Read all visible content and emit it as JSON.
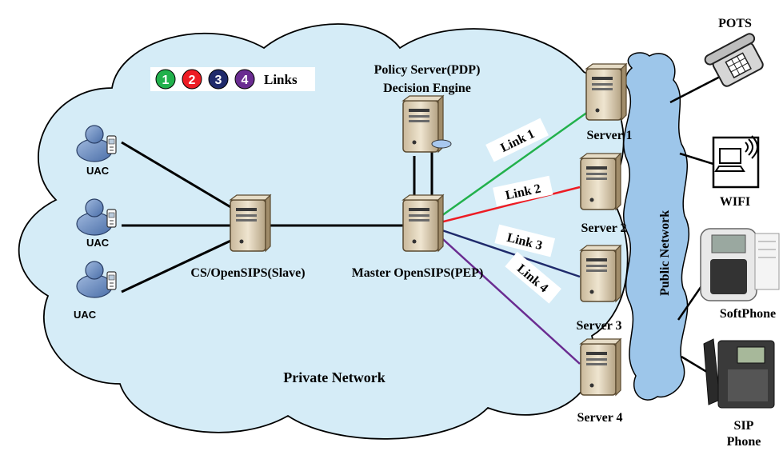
{
  "labels": {
    "links_legend": "Links",
    "policy_server": "Policy Server(PDP)",
    "decision_engine": "Decision Engine",
    "cs_slave": "CS/OpenSIPS(Slave)",
    "master": "Master OpenSIPS(PEP)",
    "private_network": "Private Network",
    "public_network": "Public Network",
    "uac": "UAC",
    "server_1": "Server 1",
    "server_2": "Server 2",
    "server_3": "Server 3",
    "server_4": "Server 4",
    "link_1": "Link 1",
    "link_2": "Link 2",
    "link_3": "Link 3",
    "link_4": "Link 4",
    "pots": "POTS",
    "wifi": "WIFI",
    "softphone": "SoftPhone",
    "sip": "SIP",
    "phone": "Phone"
  },
  "legend": [
    {
      "num": "1",
      "color": "#22b14c"
    },
    {
      "num": "2",
      "color": "#ed1c24"
    },
    {
      "num": "3",
      "color": "#1f2a6b"
    },
    {
      "num": "4",
      "color": "#6a2c91"
    }
  ],
  "colors": {
    "cloud_fill": "#d5ecf7",
    "public_fill": "#9dc6ea",
    "link_1": "#22b14c",
    "link_2": "#ed1c24",
    "link_3": "#1f2a6b",
    "link_4": "#6a2c91"
  }
}
